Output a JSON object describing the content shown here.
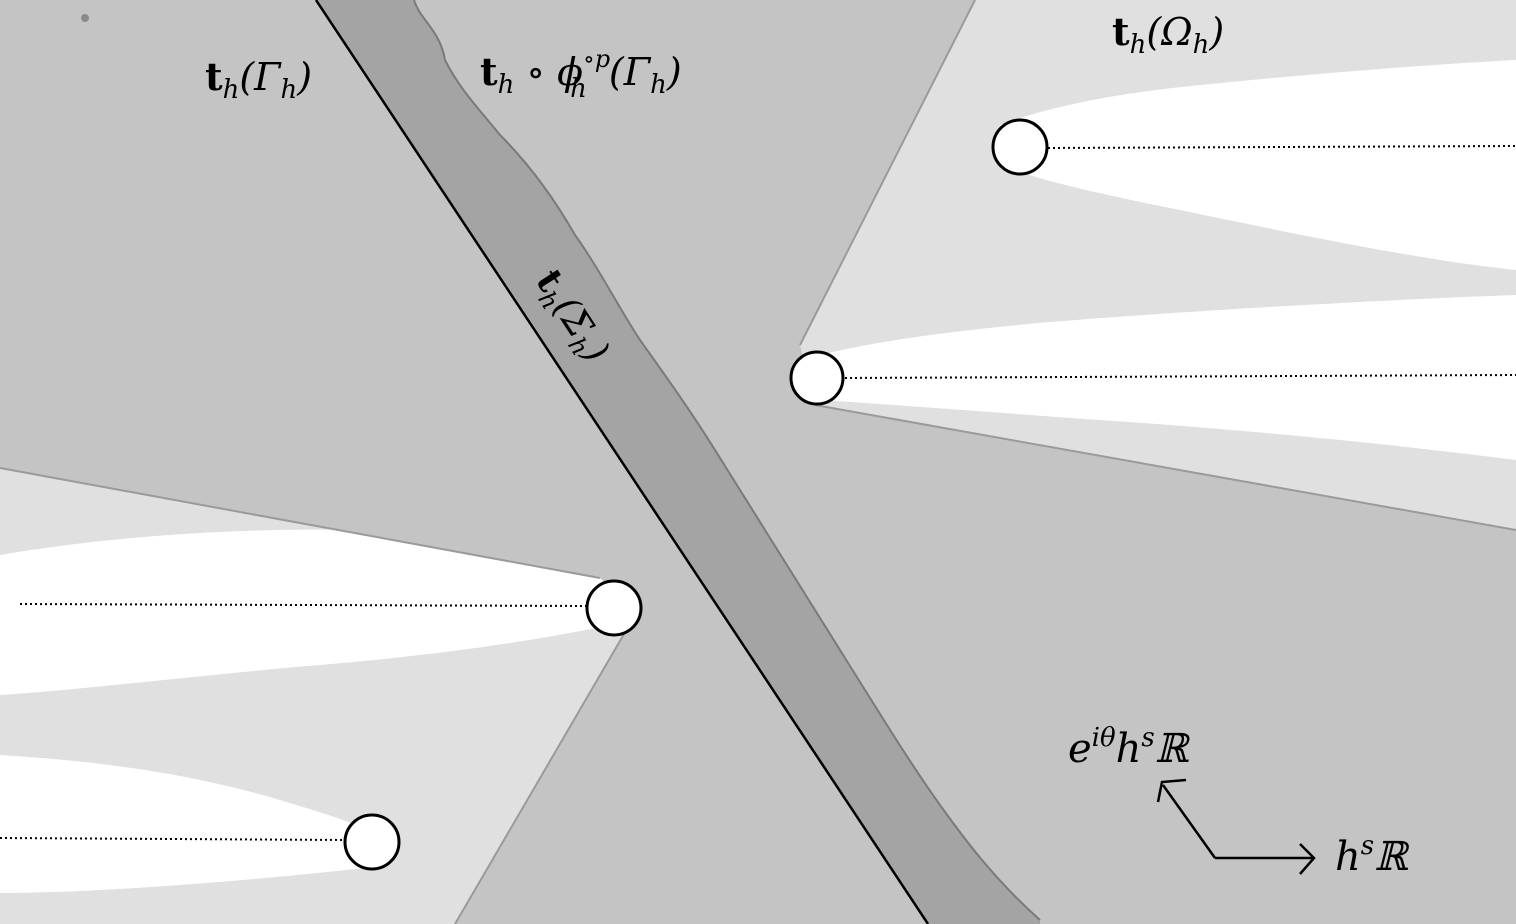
{
  "colors": {
    "background": "#ffffff",
    "light_region": "#e0e0e0",
    "mid_region": "#c4c4c4",
    "dark_band": "#a4a4a4",
    "band_edge": "#7a7a7a",
    "ink": "#000000"
  },
  "labels": {
    "gamma": {
      "bold": "t",
      "sub": "h",
      "paren_open": "(Γ",
      "inner_sub": "h",
      "paren_close": ")"
    },
    "phi_gamma": {
      "bold": "t",
      "sub": "h",
      "op": " ∘ ",
      "phi": "ϕ",
      "phi_sup": "∘p",
      "phi_sub": "h",
      "paren_open": "(Γ",
      "inner_sub": "h",
      "paren_close": ")"
    },
    "omega": {
      "bold": "t",
      "sub": "h",
      "paren_open": "(Ω",
      "inner_sub": "h",
      "paren_close": ")"
    },
    "sigma": {
      "bold": "t",
      "sub": "h",
      "paren_open": "(Σ",
      "inner_sub": "h",
      "paren_close": ")"
    },
    "rotated_axis": {
      "base": "e",
      "sup": "iθ",
      "middle": "h",
      "middle_sup": "s",
      "tail": "ℝ"
    },
    "real_axis": {
      "base": "h",
      "sup": "s",
      "tail": "ℝ"
    }
  }
}
